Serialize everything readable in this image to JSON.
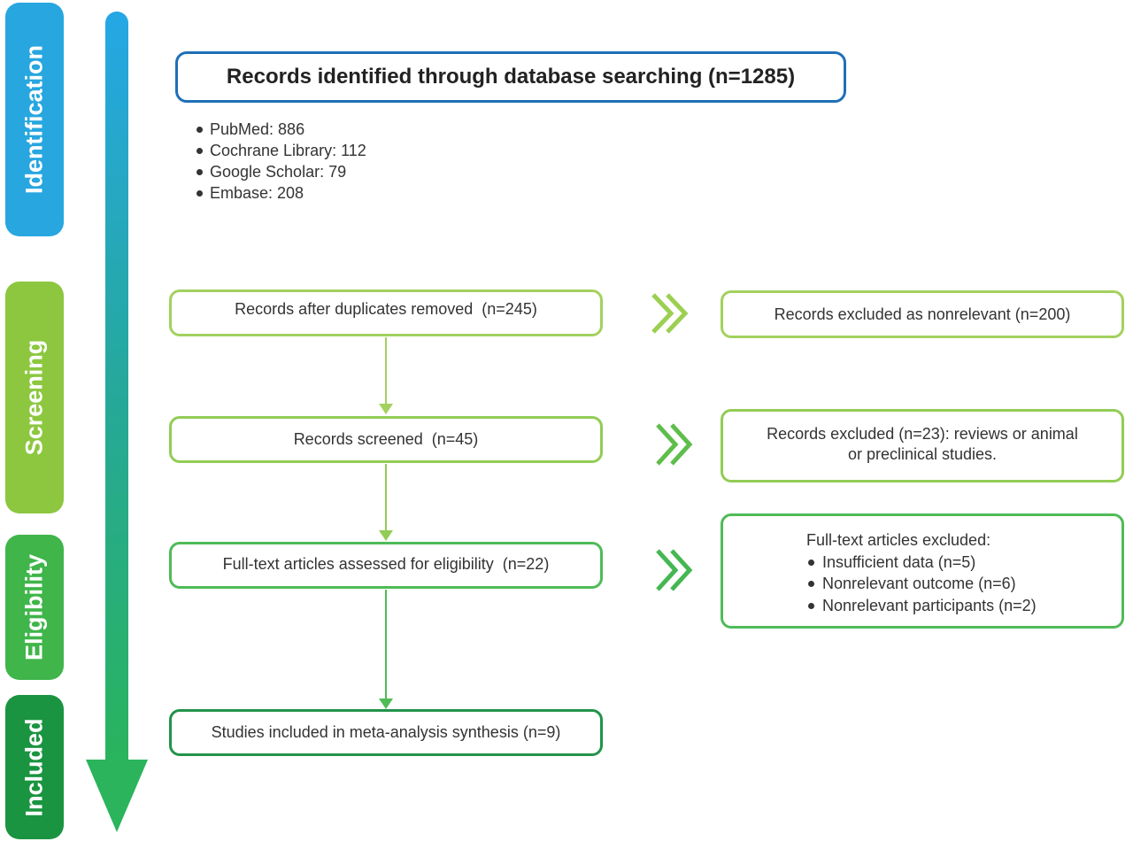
{
  "stages": {
    "identification": "Identification",
    "screening": "Screening",
    "eligibility": "Eligibility",
    "included": "Included"
  },
  "identified": {
    "title": "Records identified through database searching (n=1285)",
    "sources": [
      "PubMed: 886",
      "Cochrane Library: 112",
      "Google Scholar: 79",
      "Embase: 208"
    ]
  },
  "flow": {
    "duplicates": "Records after duplicates removed  (n=245)",
    "screened": "Records screened  (n=45)",
    "fulltext": "Full-text articles assessed for eligibility  (n=22)",
    "included": "Studies included in meta-analysis synthesis (n=9)"
  },
  "excluded": {
    "nonrelevant": "Records excluded as nonrelevant (n=200)",
    "reviews_line1": "Records excluded (n=23): reviews or animal",
    "reviews_line2": "or preclinical studies.",
    "fulltext_title": "Full-text articles excluded:",
    "fulltext_reasons": [
      "Insufficient data (n=5)",
      "Nonrelevant outcome (n=6)",
      "Nonrelevant participants (n=2)"
    ]
  },
  "colors": {
    "identification": "#27a6e0",
    "screening": "#8cc73f",
    "eligibility": "#3fb54a",
    "included": "#1a9440",
    "identified_border": "#1f6fb8"
  },
  "icons": [
    "down-arrow-icon",
    "double-chevron-right-icon"
  ]
}
